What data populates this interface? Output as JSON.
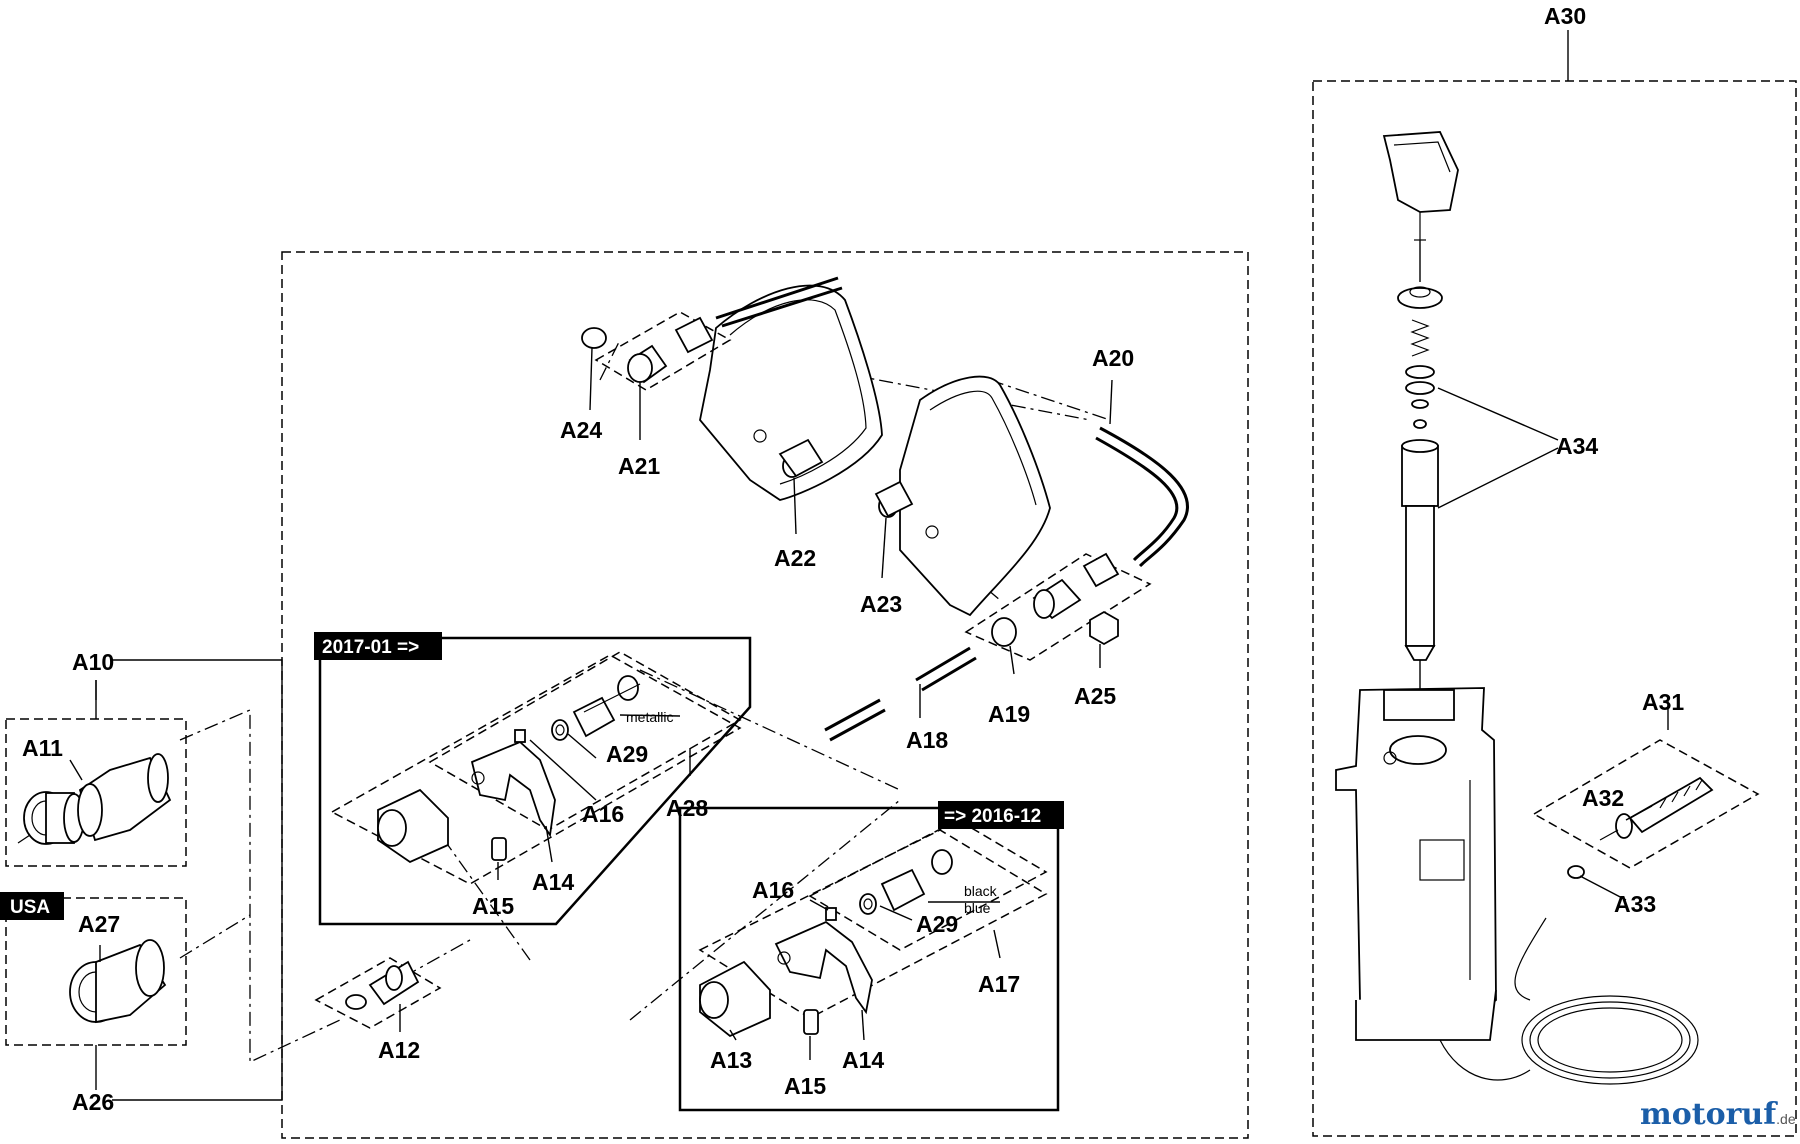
{
  "diagram": {
    "labels": {
      "A10": "A10",
      "A11": "A11",
      "A12": "A12",
      "A13": "A13",
      "A14a": "A14",
      "A14b": "A14",
      "A15a": "A15",
      "A15b": "A15",
      "A16a": "A16",
      "A16b": "A16",
      "A17": "A17",
      "A18": "A18",
      "A19": "A19",
      "A20": "A20",
      "A21": "A21",
      "A22": "A22",
      "A23": "A23",
      "A24": "A24",
      "A25": "A25",
      "A26": "A26",
      "A27": "A27",
      "A28": "A28",
      "A29a": "A29",
      "A29b": "A29",
      "A30": "A30",
      "A31": "A31",
      "A32": "A32",
      "A33": "A33",
      "A34": "A34"
    },
    "version_tags": {
      "new": "2017-01 =>",
      "old": "=> 2016-12"
    },
    "region_tag": "USA",
    "notes": {
      "metallic": "metallic",
      "black": "black",
      "blue": "blue"
    }
  },
  "branding": {
    "name": "motoruf",
    "suffix": ".de"
  }
}
